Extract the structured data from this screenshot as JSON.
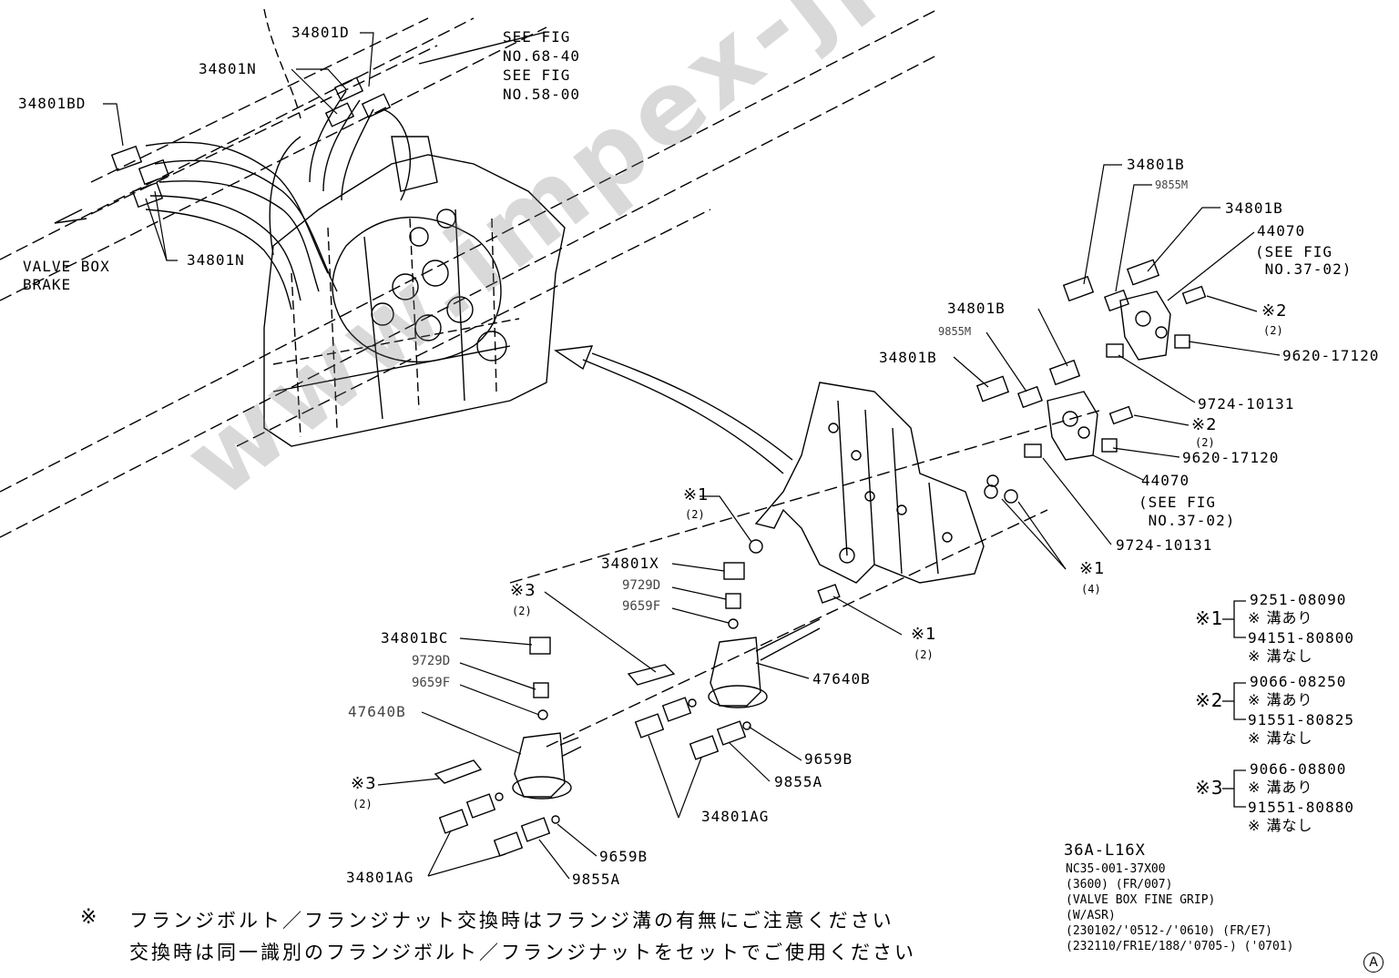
{
  "watermark": "www.impex-jp.com",
  "callouts": {
    "p34801D": "34801D",
    "p34801N_top": "34801N",
    "p34801BD": "34801BD",
    "p34801N_bottom": "34801N",
    "valve_box_brake": "VALVE BOX\nBRAKE",
    "see_fig_6840": "SEE FIG\nNO.68-40",
    "see_fig_5800": "SEE FIG\nNO.58-00",
    "p34801B_a": "34801B",
    "p9855M_a": "9855M",
    "p34801B_b": "34801B",
    "p44070_a": "44070",
    "see_fig_3702_a": "(SEE FIG\n NO.37-02)",
    "p34801B_c": "34801B",
    "p9855M_b": "9855M",
    "p34801B_d": "34801B",
    "x2_a": "※2",
    "x2_a_qty": "(2)",
    "p9620_a": "9620-17120",
    "p9724_a": "9724-10131",
    "x2_b": "※2",
    "x2_b_qty": "(2)",
    "p9620_b": "9620-17120",
    "p44070_b": "44070",
    "see_fig_3702_b": "(SEE FIG\n NO.37-02)",
    "p9724_b": "9724-10131",
    "x1_a": "※1",
    "x1_a_qty": "(2)",
    "x1_b": "※1",
    "x1_b_qty": "(4)",
    "x1_c": "※1",
    "x1_c_qty": "(2)",
    "p34801X": "34801X",
    "p9729D_a": "9729D",
    "p9659F_a": "9659F",
    "x3_a": "※3",
    "x3_a_qty": "(2)",
    "p34801BC": "34801BC",
    "p9729D_b": "9729D",
    "p9659F_b": "9659F",
    "p47640B_a": "47640B",
    "p47640B_b": "47640B",
    "x3_b": "※3",
    "x3_b_qty": "(2)",
    "p9659B_a": "9659B",
    "p9855A_a": "9855A",
    "p34801AG_a": "34801AG",
    "p9659B_b": "9659B",
    "p9855A_b": "9855A",
    "p34801AG_b": "34801AG"
  },
  "legend": {
    "x1": {
      "mark": "※1",
      "grooved_part": "9251-08090",
      "grooved_note": "※ 溝あり",
      "plain_part": "94151-80800",
      "plain_note": "※ 溝なし"
    },
    "x2": {
      "mark": "※2",
      "grooved_part": "9066-08250",
      "grooved_note": "※ 溝あり",
      "plain_part": "91551-80825",
      "plain_note": "※ 溝なし"
    },
    "x3": {
      "mark": "※3",
      "grooved_part": "9066-08800",
      "grooved_note": "※ 溝あり",
      "plain_part": "91551-80880",
      "plain_note": "※ 溝なし"
    }
  },
  "title_block": {
    "code": "36A-L16X",
    "line1": "NC35-001-37X00",
    "line2": "(3600) (FR/007)",
    "line3": "(VALVE BOX FINE GRIP)",
    "line4": "(W/ASR)",
    "line5": "(230102/'0512-/'0610) (FR/E7)",
    "line6": "(232110/FR1E/188/'0705-) ('0701)"
  },
  "footer_note": {
    "mark": "※",
    "line1": "フランジボルト／フランジナット交換時はフランジ溝の有無にご注意ください",
    "line2": "交換時は同一識別のフランジボルト／フランジナットをセットでご使用ください"
  },
  "corner_mark": "A"
}
